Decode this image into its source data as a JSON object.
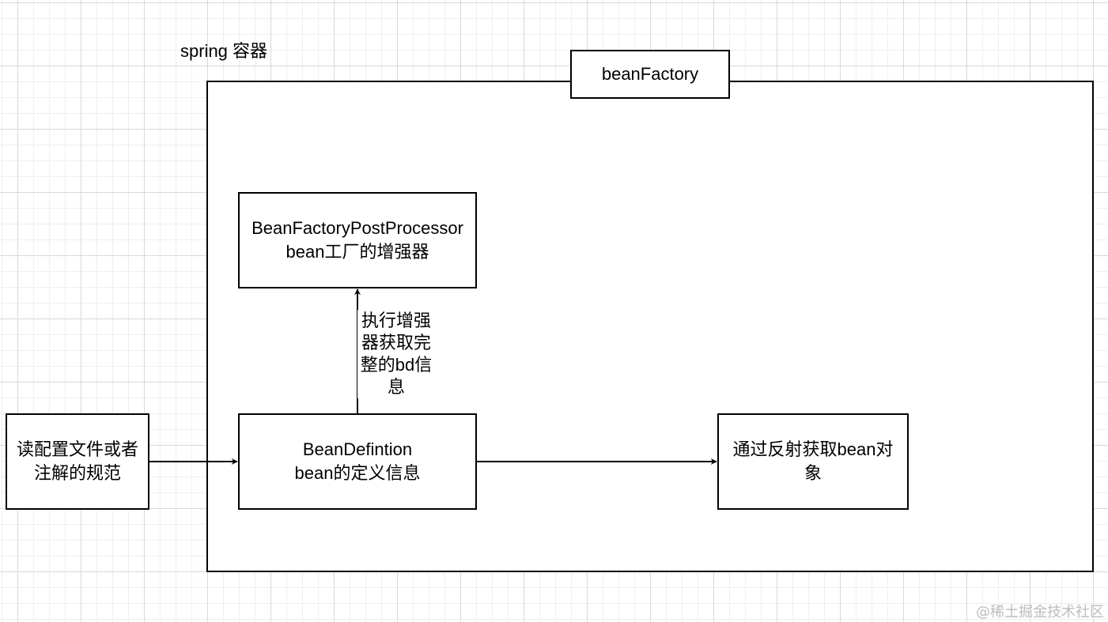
{
  "container": {
    "title": "spring 容器",
    "factory_tab": "beanFactory"
  },
  "nodes": {
    "reader": {
      "lines": [
        "读配置文件或者",
        "注解的规范"
      ]
    },
    "post_processor": {
      "lines": [
        "BeanFactoryPostProcessor",
        "bean工厂的增强器"
      ]
    },
    "bean_definition": {
      "lines": [
        "BeanDefintion",
        "bean的定义信息"
      ]
    },
    "reflection": {
      "lines": [
        "通过反射获取bean对",
        "象"
      ]
    }
  },
  "edges": {
    "bd_to_pp_label": [
      "执行增强",
      "器获取完",
      "整的bd信",
      "息"
    ]
  },
  "watermark": "@稀土掘金技术社区"
}
